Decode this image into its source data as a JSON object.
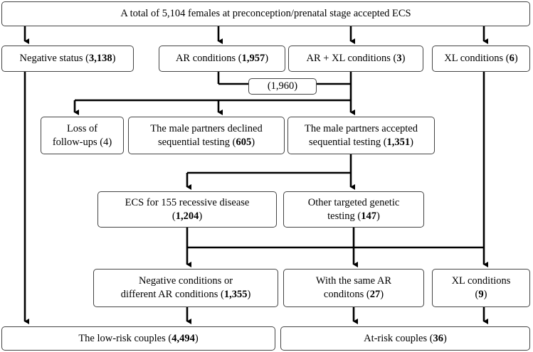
{
  "nodes": {
    "top": {
      "lines": [
        {
          "text": "A total of 5,104 females at preconception/prenatal stage accepted ECS",
          "bold": ""
        }
      ]
    },
    "negative_status": {
      "lines": [
        {
          "text": "Negative status (",
          "bold": "3,138",
          "end": ")"
        }
      ]
    },
    "ar": {
      "lines": [
        {
          "text": "AR conditions (",
          "bold": "1,957",
          "end": ")"
        }
      ]
    },
    "ar_xl": {
      "lines": [
        {
          "text": "AR + XL conditions (",
          "bold": "3",
          "end": ")"
        }
      ]
    },
    "xl": {
      "lines": [
        {
          "text": "XL conditions (",
          "bold": "6",
          "end": ")"
        }
      ]
    },
    "combined": {
      "lines": [
        {
          "text": "(1,960)",
          "bold": ""
        }
      ]
    },
    "loss": {
      "lines": [
        {
          "text": "Loss of",
          "bold": ""
        },
        {
          "text": "follow-ups (4)",
          "bold": ""
        }
      ]
    },
    "declined": {
      "lines": [
        {
          "text": "The male partners declined",
          "bold": ""
        },
        {
          "text": "sequential testing (",
          "bold": "605",
          "end": ")"
        }
      ]
    },
    "accepted": {
      "lines": [
        {
          "text": "The male partners accepted",
          "bold": ""
        },
        {
          "text": "sequential testing (",
          "bold": "1,351",
          "end": ")"
        }
      ]
    },
    "ecs155": {
      "lines": [
        {
          "text": "ECS for 155 recessive disease",
          "bold": ""
        },
        {
          "text": "(",
          "bold": "1,204",
          "end": ")"
        }
      ]
    },
    "other": {
      "lines": [
        {
          "text": "Other targeted genetic",
          "bold": ""
        },
        {
          "text": "testing (",
          "bold": "147",
          "end": ")"
        }
      ]
    },
    "neg_diff": {
      "lines": [
        {
          "text": "Negative conditions or",
          "bold": ""
        },
        {
          "text": "different AR conditions (",
          "bold": "1,355",
          "end": ")"
        }
      ]
    },
    "same_ar": {
      "lines": [
        {
          "text": "With the same AR",
          "bold": ""
        },
        {
          "text": "conditons (",
          "bold": "27",
          "end": ")"
        }
      ]
    },
    "xl9": {
      "lines": [
        {
          "text": "XL conditions",
          "bold": ""
        },
        {
          "text": "(",
          "bold": "9",
          "end": ")"
        }
      ]
    },
    "low_risk": {
      "lines": [
        {
          "text": "The low-risk couples (",
          "bold": "4,494",
          "end": ")"
        }
      ]
    },
    "at_risk": {
      "lines": [
        {
          "text": "At-risk couples (",
          "bold": "36",
          "end": ")"
        }
      ]
    }
  }
}
